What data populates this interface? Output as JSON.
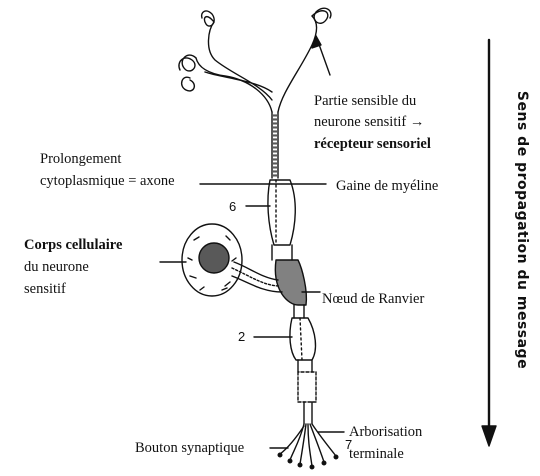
{
  "labels": {
    "sensible_line1": "Partie sensible du",
    "sensible_line2": "neurone  sensitif →",
    "sensible_line3": "récepteur sensoriel",
    "prolong_line1": "Prolongement",
    "prolong_line2": "cytoplasmique = axone",
    "gaine": "Gaine de myéline",
    "corps_line1": "Corps cellulaire",
    "corps_line2": "du   neurone",
    "corps_line3": "sensitif",
    "noeud": "Nœud de Ranvier",
    "bouton": "Bouton synaptique",
    "arbor_line1": "Arborisation",
    "arbor_line2": "terminale",
    "num_6": "6",
    "num_2": "2",
    "num_7": "7"
  },
  "side_text": "Sens  de  propagation  du  message",
  "colors": {
    "ink": "#111111",
    "background": "#ffffff"
  }
}
